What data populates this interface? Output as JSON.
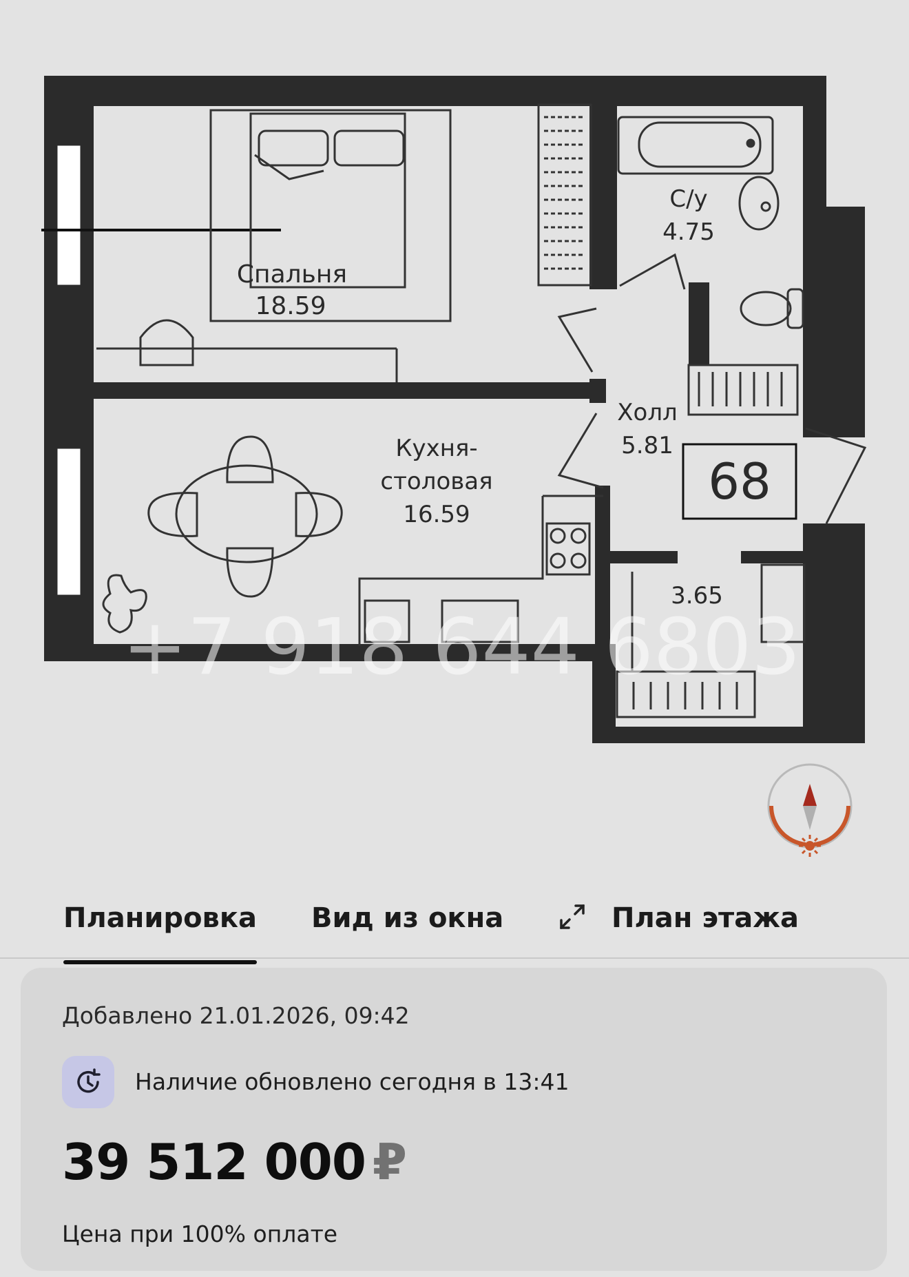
{
  "floor_plan": {
    "rooms": [
      {
        "id": "bedroom",
        "name": "Спальня",
        "area": "18.59"
      },
      {
        "id": "bathroom",
        "name": "С/у",
        "area": "4.75"
      },
      {
        "id": "hall",
        "name": "Холл",
        "area": "5.81"
      },
      {
        "id": "kitchen",
        "name_line1": "Кухня-",
        "name_line2": "столовая",
        "area": "16.59"
      },
      {
        "id": "storage",
        "area": "3.65"
      }
    ],
    "apartment_number": "68",
    "watermark_phone": "+7 918 644 6803",
    "compass_icon": "compass-north-sun-icon"
  },
  "tabs": [
    {
      "label": "Планировка",
      "active": true
    },
    {
      "label": "Вид из окна",
      "active": false
    },
    {
      "label": "План этажа",
      "active": false,
      "icon": "expand-arrows-icon"
    }
  ],
  "info": {
    "added": "Добавлено 21.01.2026, 09:42",
    "availability": "Наличие обновлено сегодня в 13:41",
    "availability_icon": "clock-refresh-icon",
    "price": "39 512 000",
    "currency": "₽",
    "price_note": "Цена при 100% оплате"
  },
  "colors": {
    "background": "#e3e3e3",
    "card": "#d7d7d7",
    "wall": "#2b2b2b",
    "badge": "#c6c7e6",
    "compass_accent": "#c8562a"
  }
}
